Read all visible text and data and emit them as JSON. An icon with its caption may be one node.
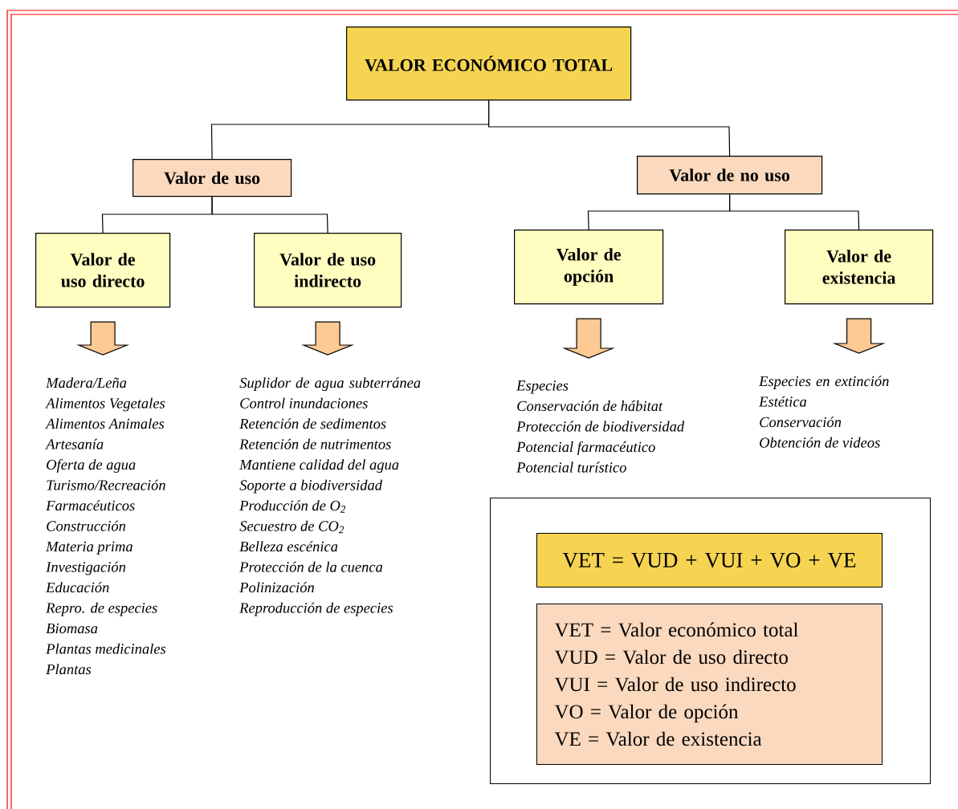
{
  "diagram": {
    "nodes": [
      {
        "text": [
          "VALOR ECONÓMICO TOTAL"
        ]
      },
      {
        "text": [
          "Valor de uso"
        ]
      },
      {
        "text": [
          "Valor de no uso"
        ]
      },
      {
        "text": [
          "Valor de uso directo"
        ]
      },
      {
        "text": [
          "Valor de uso indirecto"
        ]
      },
      {
        "text": [
          "Valor de opción"
        ]
      },
      {
        "text": [
          "Valor de existencia"
        ]
      },
      {
        "text": [
          "Madera/Leña",
          "Alimentos Vegetales",
          "Alimentos Animales",
          "Artesanía",
          "Oferta de agua",
          "Turismo/Recreación",
          "Farmacéuticos",
          "Construcción",
          "Materia prima",
          "Investigación",
          "Educación",
          "Repro. de especies",
          "Biomasa",
          "Plantas medicinales",
          "Plantas"
        ]
      },
      {
        "text": [
          "Suplidor de agua subterránea",
          "Control inundaciones",
          "Retención de sedimentos",
          "Retención de nutrimentos",
          "Mantiene calidad del agua",
          "Soporte a biodiversidad",
          "Producción de O$_{2}$",
          "Secuestro de CO$_{2}$",
          "Belleza escénica",
          "Protección de la cuenca",
          "Polinización",
          "Reproducción de especies"
        ]
      },
      {
        "text": [
          "Especies",
          "Conservación de hábitat",
          "Protección de biodiversidad",
          "Potencial farmacéutico",
          "Potencial turístico"
        ]
      },
      {
        "text": [
          "Especies en extinción",
          "Estética",
          "Conservación",
          "Obtención de videos"
        ]
      },
      {
        "text": [],
        "shape": "box"
      },
      {
        "text": [
          "VET = VUD + VUI + VO + VE"
        ],
        "in": 11
      },
      {
        "text": [
          "VET = Valor económico total",
          "VUD = Valor de uso directo",
          "VUI = Valor de uso indirecto",
          "VO = Valor de opción",
          "VE = Valor de existencia"
        ],
        "in": 11
      }
    ],
    "edges": [
      {
        "from": 0,
        "to": 1,
        "arrow": "none"
      },
      {
        "from": 0,
        "to": 2,
        "arrow": "none"
      },
      {
        "from": 1,
        "to": 3,
        "arrow": "none"
      },
      {
        "from": 1,
        "to": 4,
        "arrow": "none"
      },
      {
        "from": 2,
        "to": 5,
        "arrow": "none"
      },
      {
        "from": 2,
        "to": 6,
        "arrow": "none"
      },
      {
        "from": 3,
        "to": 7,
        "arrow": "to"
      },
      {
        "from": 4,
        "to": 8,
        "arrow": "to"
      },
      {
        "from": 5,
        "to": 9,
        "arrow": "to"
      },
      {
        "from": 6,
        "to": 10,
        "arrow": "to"
      }
    ]
  }
}
